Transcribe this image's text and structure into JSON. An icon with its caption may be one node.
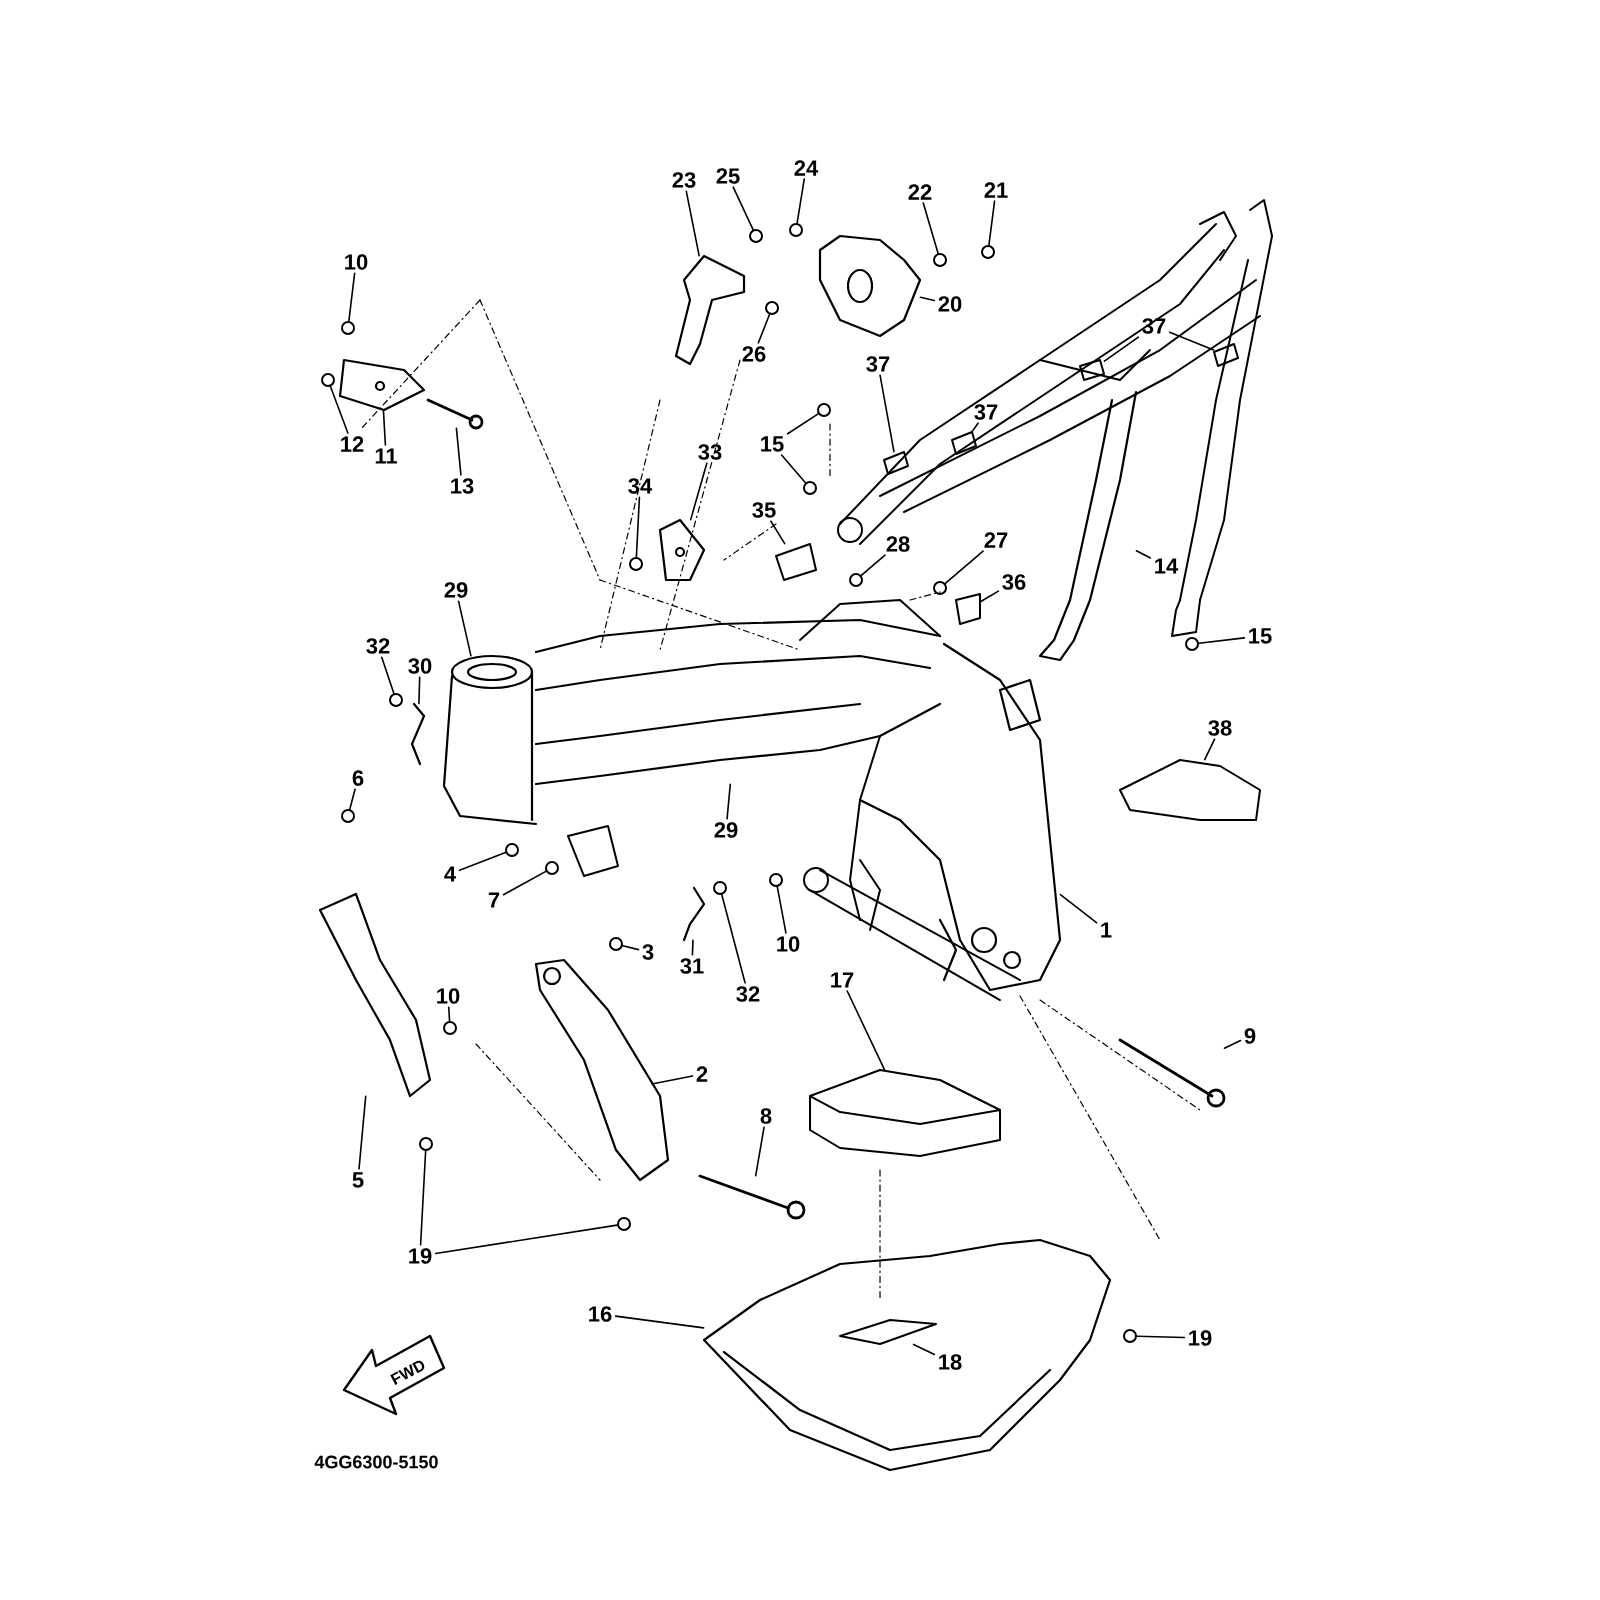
{
  "diagram": {
    "nodes": [
      {
        "text": [
          "23"
        ]
      },
      {
        "text": [
          "25"
        ]
      },
      {
        "text": [
          "24"
        ]
      },
      {
        "text": [
          "22"
        ]
      },
      {
        "text": [
          "21"
        ]
      },
      {
        "text": [
          "10"
        ]
      },
      {
        "text": [
          "20"
        ]
      },
      {
        "text": [
          "37"
        ]
      },
      {
        "text": [
          "26"
        ]
      },
      {
        "text": [
          "37"
        ]
      },
      {
        "text": [
          "37"
        ]
      },
      {
        "text": [
          "12"
        ]
      },
      {
        "text": [
          "11"
        ]
      },
      {
        "text": [
          "15"
        ]
      },
      {
        "text": [
          "33"
        ]
      },
      {
        "text": [
          "13"
        ]
      },
      {
        "text": [
          "34"
        ]
      },
      {
        "text": [
          "35"
        ]
      },
      {
        "text": [
          "28"
        ]
      },
      {
        "text": [
          "27"
        ]
      },
      {
        "text": [
          "14"
        ]
      },
      {
        "text": [
          "36"
        ]
      },
      {
        "text": [
          "29"
        ]
      },
      {
        "text": [
          "15"
        ]
      },
      {
        "text": [
          "32"
        ]
      },
      {
        "text": [
          "30"
        ]
      },
      {
        "text": [
          "38"
        ]
      },
      {
        "text": [
          "6"
        ]
      },
      {
        "text": [
          "29"
        ]
      },
      {
        "text": [
          "4"
        ]
      },
      {
        "text": [
          "7"
        ]
      },
      {
        "text": [
          "1"
        ]
      },
      {
        "text": [
          "10"
        ]
      },
      {
        "text": [
          "3"
        ]
      },
      {
        "text": [
          "31"
        ]
      },
      {
        "text": [
          "17"
        ]
      },
      {
        "text": [
          "32"
        ]
      },
      {
        "text": [
          "10"
        ]
      },
      {
        "text": [
          "9"
        ]
      },
      {
        "text": [
          "2"
        ]
      },
      {
        "text": [
          "8"
        ]
      },
      {
        "text": [
          "5"
        ]
      },
      {
        "text": [
          "19"
        ]
      },
      {
        "text": [
          "16"
        ]
      },
      {
        "text": [
          "19"
        ]
      },
      {
        "text": [
          "18"
        ],
        "in": 92
      },
      {
        "text": [],
        "shape": "picture"
      },
      {
        "text": [],
        "shape": "circle"
      },
      {
        "text": [],
        "shape": "circle"
      },
      {
        "text": [],
        "shape": "circle"
      },
      {
        "text": [],
        "shape": "circle"
      },
      {
        "text": [],
        "shape": "circle"
      },
      {
        "text": [],
        "shape": "picture"
      },
      {
        "text": [],
        "shape": "box"
      },
      {
        "text": [],
        "shape": "box"
      },
      {
        "text": [],
        "shape": "circle"
      },
      {
        "text": [],
        "shape": "box"
      },
      {
        "text": [],
        "shape": "box"
      },
      {
        "text": [],
        "shape": "circle"
      },
      {
        "text": [],
        "shape": "picture"
      },
      {
        "text": [],
        "shape": "circle"
      },
      {
        "text": [],
        "shape": "circle"
      },
      {
        "text": [],
        "shape": "picture"
      },
      {
        "text": [],
        "shape": "bar"
      },
      {
        "text": [],
        "shape": "circle"
      },
      {
        "text": [],
        "shape": "box"
      },
      {
        "text": [],
        "shape": "circle"
      },
      {
        "text": [],
        "shape": "circle"
      },
      {
        "text": [],
        "shape": "box"
      },
      {
        "text": [],
        "shape": "picture"
      },
      {
        "text": [],
        "shape": "picture"
      },
      {
        "text": [],
        "shape": "circle"
      },
      {
        "text": [],
        "shape": "circle"
      },
      {
        "text": [],
        "shape": "picture"
      },
      {
        "text": [],
        "shape": "box"
      },
      {
        "text": [],
        "shape": "circle"
      },
      {
        "text": [],
        "shape": "picture"
      },
      {
        "text": [],
        "shape": "circle"
      },
      {
        "text": [],
        "shape": "circle"
      },
      {
        "text": [],
        "shape": "picture"
      },
      {
        "text": [],
        "shape": "circle"
      },
      {
        "text": [],
        "shape": "circle"
      },
      {
        "text": [],
        "shape": "picture"
      },
      {
        "text": [],
        "shape": "box"
      },
      {
        "text": [],
        "shape": "circle"
      },
      {
        "text": [],
        "shape": "circle"
      },
      {
        "text": [],
        "shape": "bar"
      },
      {
        "text": [],
        "shape": "picture"
      },
      {
        "text": [],
        "shape": "bar"
      },
      {
        "text": [],
        "shape": "picture"
      },
      {
        "text": [],
        "shape": "circle"
      },
      {
        "text": [],
        "shape": "circle"
      },
      {
        "text": [],
        "shape": "picture"
      },
      {
        "text": [],
        "shape": "circle"
      },
      {
        "text": [],
        "shape": "box",
        "in": 92
      }
    ],
    "edges": [
      {
        "from": 0,
        "to": 46,
        "arrow": "none"
      },
      {
        "from": 1,
        "to": 47,
        "arrow": "none"
      },
      {
        "from": 2,
        "to": 48,
        "arrow": "none"
      },
      {
        "from": 3,
        "to": 49,
        "arrow": "none"
      },
      {
        "from": 4,
        "to": 50,
        "arrow": "none"
      },
      {
        "from": 5,
        "to": 51,
        "arrow": "none"
      },
      {
        "from": 6,
        "to": 52,
        "arrow": "none"
      },
      {
        "from": 7,
        "to": 53,
        "arrow": "none"
      },
      {
        "from": 7,
        "to": 54,
        "arrow": "none"
      },
      {
        "from": 8,
        "to": 55,
        "arrow": "none"
      },
      {
        "from": 9,
        "to": 56,
        "arrow": "none"
      },
      {
        "from": 10,
        "to": 57,
        "arrow": "none"
      },
      {
        "from": 11,
        "to": 58,
        "arrow": "none"
      },
      {
        "from": 12,
        "to": 59,
        "arrow": "none"
      },
      {
        "from": 13,
        "to": 60,
        "arrow": "none"
      },
      {
        "from": 13,
        "to": 61,
        "arrow": "none"
      },
      {
        "from": 14,
        "to": 62,
        "arrow": "none"
      },
      {
        "from": 15,
        "to": 63,
        "arrow": "none"
      },
      {
        "from": 16,
        "to": 64,
        "arrow": "none"
      },
      {
        "from": 17,
        "to": 65,
        "arrow": "none"
      },
      {
        "from": 18,
        "to": 66,
        "arrow": "none"
      },
      {
        "from": 19,
        "to": 67,
        "arrow": "none"
      },
      {
        "from": 20,
        "to": 69,
        "arrow": "none"
      },
      {
        "from": 21,
        "to": 68,
        "arrow": "none"
      },
      {
        "from": 22,
        "to": 70,
        "arrow": "none"
      },
      {
        "from": 23,
        "to": 71,
        "arrow": "none"
      },
      {
        "from": 24,
        "to": 72,
        "arrow": "none"
      },
      {
        "from": 25,
        "to": 73,
        "arrow": "none"
      },
      {
        "from": 26,
        "to": 74,
        "arrow": "none"
      },
      {
        "from": 27,
        "to": 75,
        "arrow": "none"
      },
      {
        "from": 28,
        "to": 76,
        "arrow": "none"
      },
      {
        "from": 29,
        "to": 77,
        "arrow": "none"
      },
      {
        "from": 30,
        "to": 78,
        "arrow": "none"
      },
      {
        "from": 31,
        "to": 79,
        "arrow": "none"
      },
      {
        "from": 32,
        "to": 80,
        "arrow": "none"
      },
      {
        "from": 33,
        "to": 81,
        "arrow": "none"
      },
      {
        "from": 34,
        "to": 82,
        "arrow": "none"
      },
      {
        "from": 35,
        "to": 83,
        "arrow": "none"
      },
      {
        "from": 36,
        "to": 84,
        "arrow": "none"
      },
      {
        "from": 37,
        "to": 85,
        "arrow": "none"
      },
      {
        "from": 38,
        "to": 86,
        "arrow": "none"
      },
      {
        "from": 39,
        "to": 87,
        "arrow": "none"
      },
      {
        "from": 40,
        "to": 88,
        "arrow": "none"
      },
      {
        "from": 41,
        "to": 89,
        "arrow": "none"
      },
      {
        "from": 42,
        "to": 90,
        "arrow": "none"
      },
      {
        "from": 42,
        "to": 91,
        "arrow": "none"
      },
      {
        "from": 43,
        "to": 92,
        "arrow": "none"
      },
      {
        "from": 44,
        "to": 93,
        "arrow": "none"
      },
      {
        "from": 45,
        "to": 94,
        "arrow": "none"
      }
    ],
    "labels": [
      "FWD",
      "4GG6300-5150"
    ]
  }
}
